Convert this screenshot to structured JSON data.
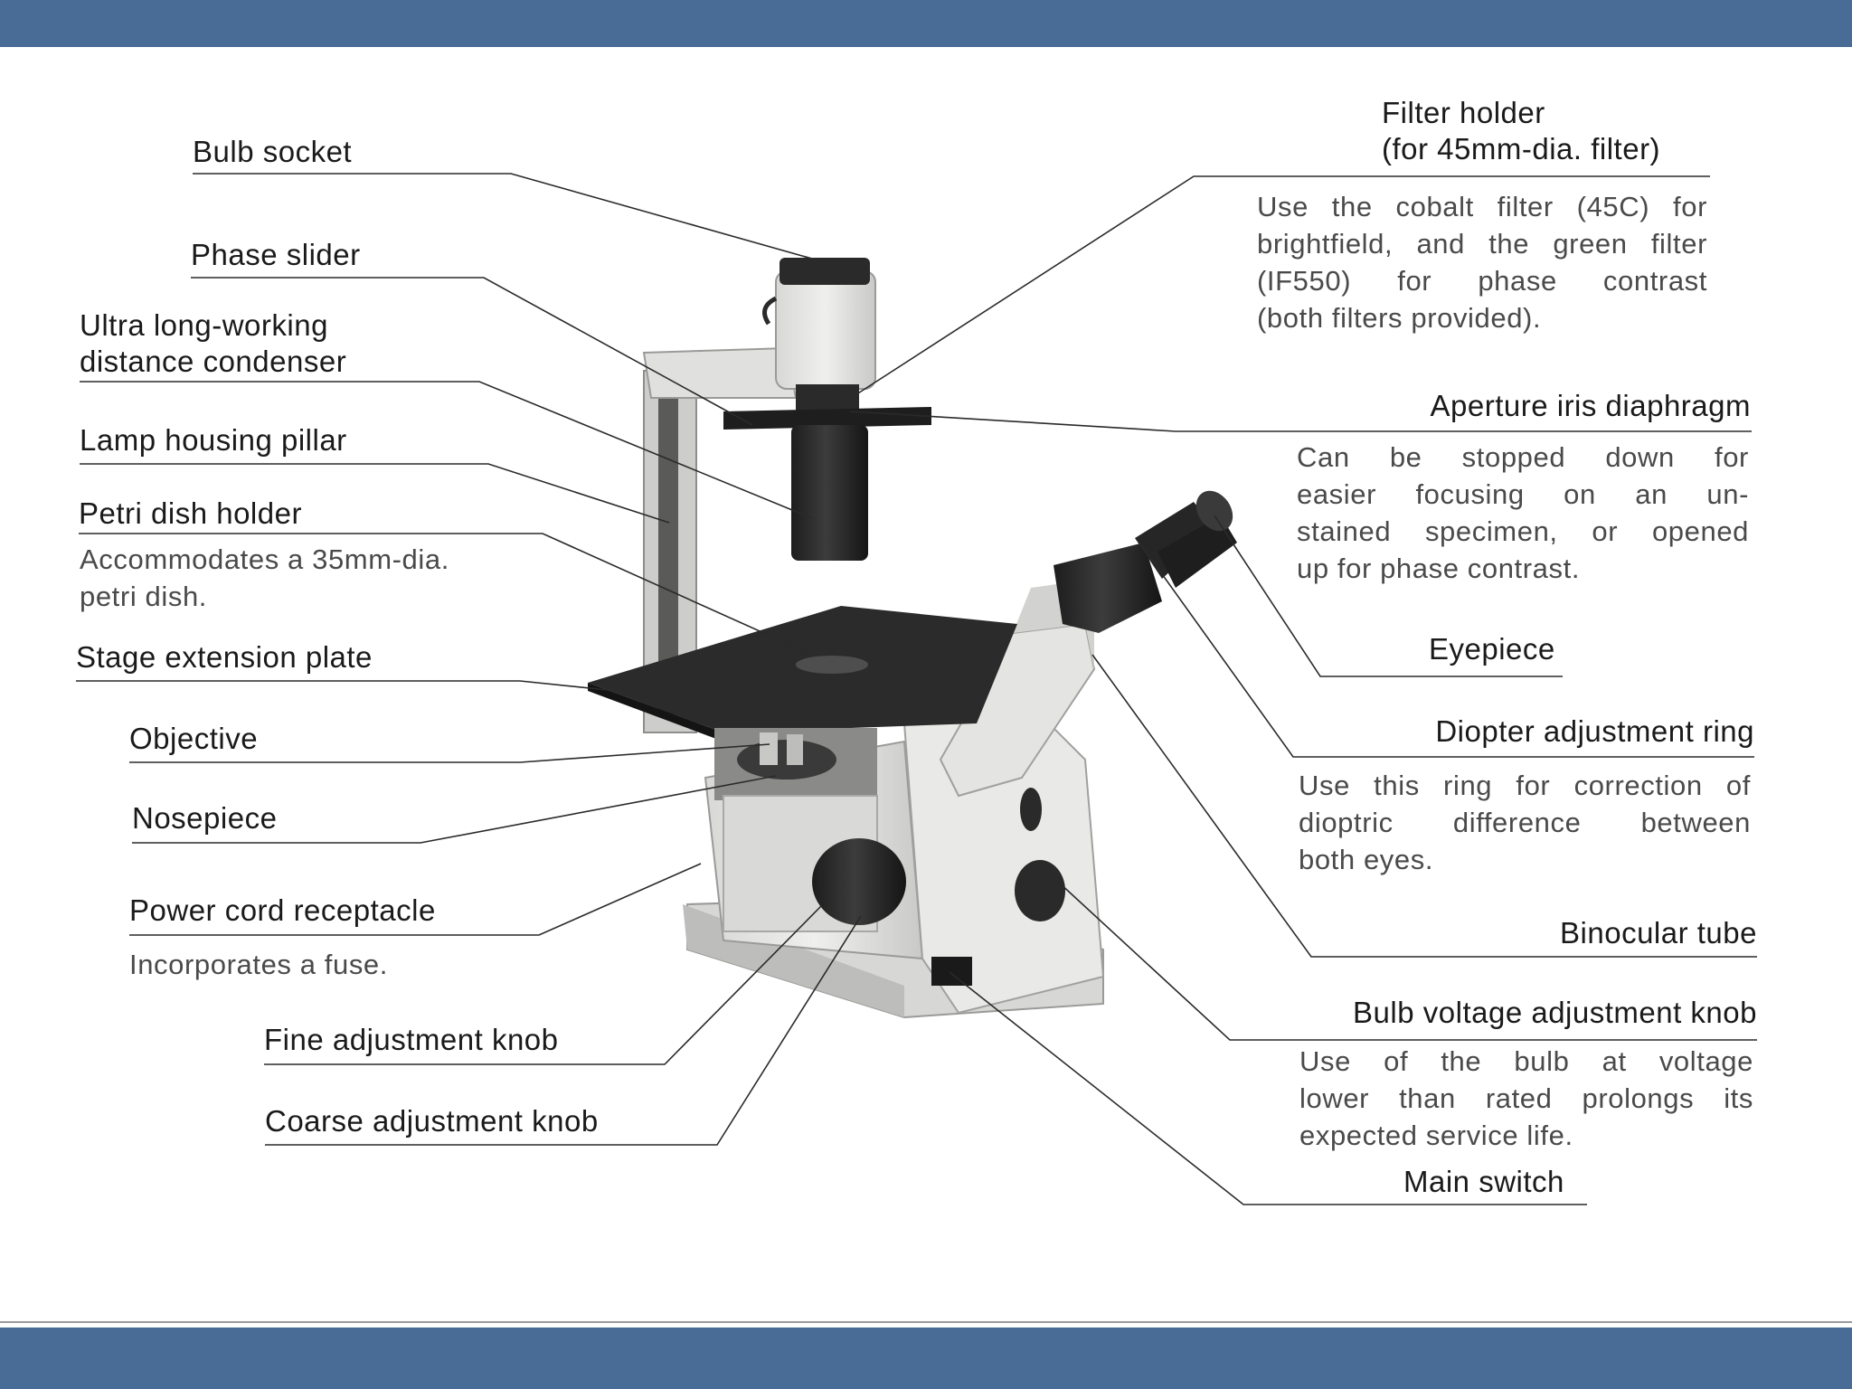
{
  "colors": {
    "band": "#486c96",
    "leader_line": "#2a2a2a",
    "instrument_dark": "#2b2b2b",
    "instrument_light": "#e6e6e4"
  },
  "left_callouts": {
    "bulb_socket": {
      "label": "Bulb socket"
    },
    "phase_slider": {
      "label": "Phase slider"
    },
    "condenser": {
      "label_lines": [
        "Ultra long-working",
        "distance condenser"
      ]
    },
    "lamp_housing_pillar": {
      "label": "Lamp housing pillar"
    },
    "petri_dish_holder": {
      "label": "Petri dish holder",
      "description_lines": [
        "Accommodates a 35mm-dia.",
        "petri dish."
      ]
    },
    "stage_extension_plate": {
      "label": "Stage extension plate"
    },
    "objective": {
      "label": "Objective"
    },
    "nosepiece": {
      "label": "Nosepiece"
    },
    "power_cord_receptacle": {
      "label": "Power cord receptacle",
      "description": "Incorporates a fuse."
    },
    "fine_adjustment_knob": {
      "label": "Fine adjustment knob"
    },
    "coarse_adjustment_knob": {
      "label": "Coarse adjustment knob"
    }
  },
  "right_callouts": {
    "filter_holder": {
      "label_lines": [
        "Filter holder",
        "(for 45mm-dia. filter)"
      ],
      "description_lines": [
        "Use the cobalt filter (45C) for",
        "brightfield, and the green filter",
        "(IF550) for phase contrast",
        "(both filters provided)."
      ]
    },
    "aperture_iris_diaphragm": {
      "label": "Aperture iris diaphragm",
      "description_lines": [
        "Can be stopped down for",
        "easier focusing on an un-",
        "stained specimen, or opened",
        "up for phase contrast."
      ]
    },
    "eyepiece": {
      "label": "Eyepiece"
    },
    "diopter_adjustment_ring": {
      "label": "Diopter adjustment ring",
      "description_lines": [
        "Use this ring for correction of",
        "dioptric difference between",
        "both eyes."
      ]
    },
    "binocular_tube": {
      "label": "Binocular tube"
    },
    "bulb_voltage_adjustment_knob": {
      "label": "Bulb voltage adjustment knob",
      "description_lines": [
        "Use of the bulb at voltage",
        "lower than rated prolongs its",
        "expected service life."
      ]
    },
    "main_switch": {
      "label": "Main switch"
    }
  }
}
